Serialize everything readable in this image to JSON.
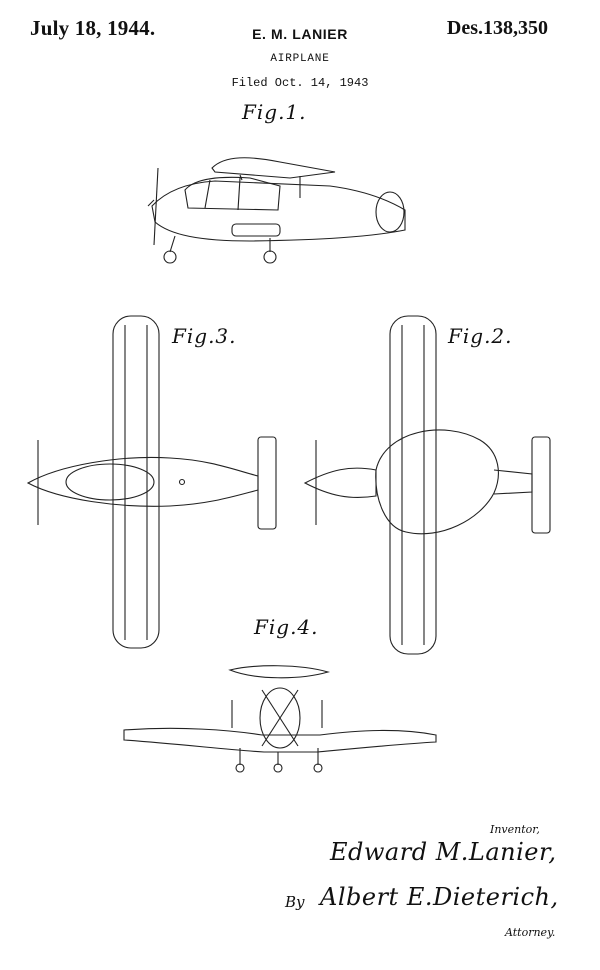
{
  "header": {
    "date": "July 18, 1944.",
    "inventor_header": "E. M. LANIER",
    "patent_number": "Des.138,350"
  },
  "title": "AIRPLANE",
  "filed": "Filed Oct. 14, 1943",
  "figures": {
    "fig1": "Fig.1.",
    "fig2": "Fig.2.",
    "fig3": "Fig.3.",
    "fig4": "Fig.4."
  },
  "signature": {
    "inventor_caption": "Inventor,",
    "inventor_name": "Edward M.Lanier,",
    "by": "By",
    "attorney_name": "Albert E.Dieterich,",
    "attorney_caption": "Attorney."
  }
}
